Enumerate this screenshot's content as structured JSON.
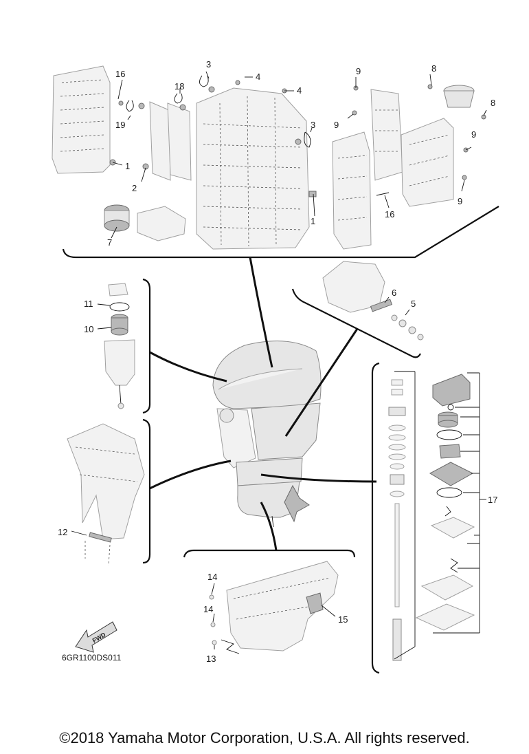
{
  "diagram_code": "6GR1100DS011",
  "copyright": "©2018 Yamaha Motor Corporation, U.S.A. All rights reserved.",
  "arrow_label": "FWD",
  "callouts": {
    "c1a": "1",
    "c1b": "1",
    "c2": "2",
    "c3a": "3",
    "c3b": "3",
    "c4a": "4",
    "c4b": "4",
    "c5": "5",
    "c6": "6",
    "c7": "7",
    "c8a": "8",
    "c8b": "8",
    "c9a": "9",
    "c9b": "9",
    "c9c": "9",
    "c9d": "9",
    "c10": "10",
    "c11": "11",
    "c12": "12",
    "c13": "13",
    "c14a": "14",
    "c14b": "14",
    "c15": "15",
    "c16a": "16",
    "c16b": "16",
    "c17": "17",
    "c18": "18",
    "c19": "19"
  }
}
